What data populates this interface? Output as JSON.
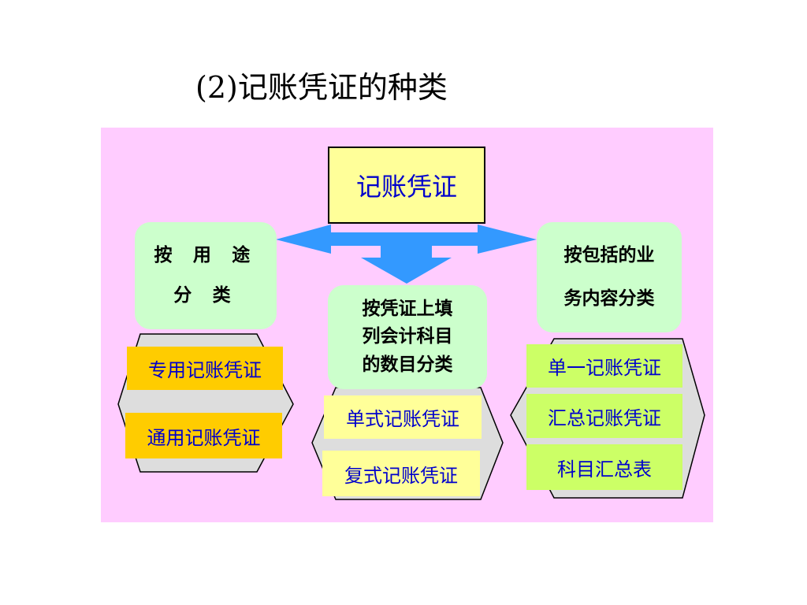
{
  "title": "(2)记账凭证的种类",
  "colors": {
    "canvas": "#ffccff",
    "root_fill": "#ffff99",
    "category_fill": "#ccffcc",
    "arrow": "#3399ff",
    "purpose_items": "#ffcc00",
    "entry_items": "#ffff99",
    "content_items": "#ccff66",
    "bracket": "#dddddd",
    "item_text": "#0000cc"
  },
  "root": {
    "label": "记账凭证"
  },
  "categories": {
    "by_purpose": {
      "label": "按 用 途\n分  类"
    },
    "by_entry": {
      "label": "按凭证上填\n列会计科目\n的数目分类"
    },
    "by_content": {
      "label": "按包括的业\n务内容分类"
    }
  },
  "items": {
    "by_purpose": [
      "专用记账凭证",
      "通用记账凭证"
    ],
    "by_entry": [
      "单式记账凭证",
      "复式记账凭证"
    ],
    "by_content": [
      "单一记账凭证",
      "汇总记账凭证",
      "科目汇总表"
    ]
  }
}
